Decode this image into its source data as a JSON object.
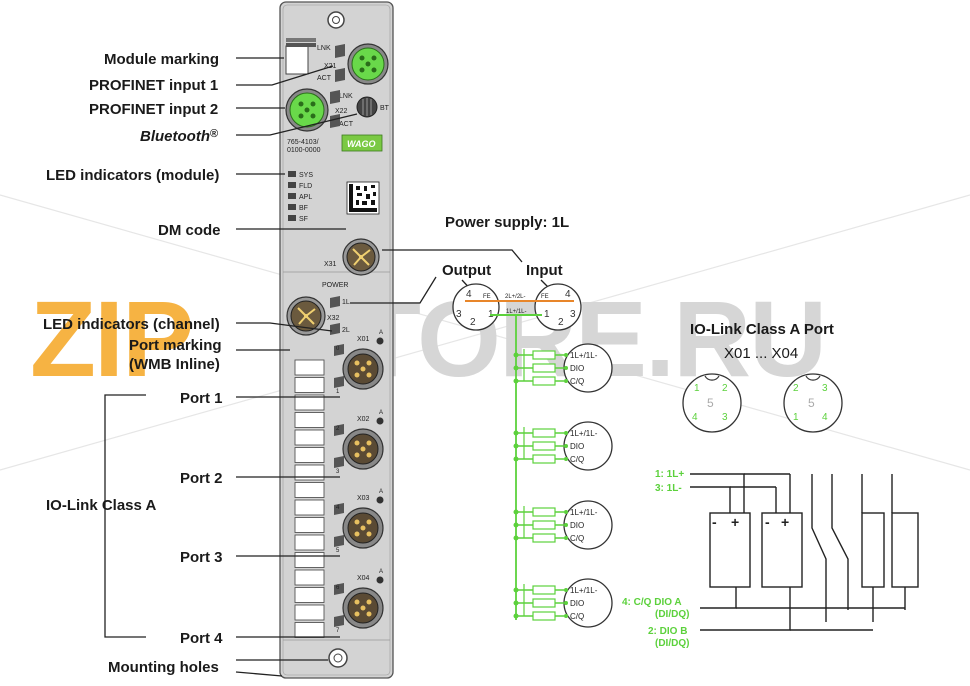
{
  "watermark": {
    "text_a": "ZIP",
    "text_b": "STORE.RU",
    "color_a": "#f5a623",
    "color_b": "#c8c8c8"
  },
  "labels": {
    "module_marking": "Module marking",
    "profinet_in1": "PROFINET input 1",
    "profinet_in2": "PROFINET input 2",
    "bluetooth": "Bluetooth",
    "bluetooth_reg": "®",
    "led_module": "LED indicators (module)",
    "dm_code": "DM code",
    "led_channel": "LED indicators (channel)",
    "port_marking_1": "Port marking",
    "port_marking_2": "(WMB Inline)",
    "port1": "Port 1",
    "port2": "Port 2",
    "port3": "Port 3",
    "port4": "Port 4",
    "iolink_class": "IO-Link Class A",
    "mounting_holes": "Mounting holes",
    "power_supply": "Power supply: 1L",
    "output": "Output",
    "input": "Input",
    "iolink_port_title": "IO-Link Class A Port",
    "iolink_port_sub": "X01 ... X04"
  },
  "device": {
    "lnk": "LNK",
    "act": "ACT",
    "x21": "X21",
    "x22": "X22",
    "bt": "BT",
    "part_no_1": "765-4103/",
    "part_no_2": "0100-0000",
    "brand": "WAGO",
    "leds": [
      "SYS",
      "FLD",
      "APL",
      "BF",
      "SF"
    ],
    "x31": "X31",
    "power": "POWER",
    "x32": "X32",
    "l1": "1L",
    "l2": "2L",
    "ports": [
      {
        "name": "X01",
        "a": "A",
        "pin_top": "0",
        "pin_bot": "1"
      },
      {
        "name": "X02",
        "a": "A",
        "pin_top": "2",
        "pin_bot": "3"
      },
      {
        "name": "X03",
        "a": "A",
        "pin_top": "4",
        "pin_bot": "5"
      },
      {
        "name": "X04",
        "a": "A",
        "pin_top": "6",
        "pin_bot": "7"
      }
    ]
  },
  "power_connector": {
    "out": {
      "p4": "4",
      "p3": "3",
      "p2": "2",
      "p1": "1",
      "fe": "FE"
    },
    "in": {
      "p4": "4",
      "p3": "3",
      "p2": "2",
      "p1": "1",
      "fe": "FE"
    },
    "bus_top": "2L+/2L-",
    "bus_bot": "1L+/1L-"
  },
  "port_signals": [
    "1L+/1L-",
    "DIO",
    "C/Q"
  ],
  "iolink_pinout": {
    "left": {
      "p1": "1",
      "p2": "2",
      "p4": "4",
      "p3": "3",
      "p5": "5"
    },
    "right": {
      "p2": "2",
      "p3": "3",
      "p1": "1",
      "p4": "4",
      "p5": "5"
    }
  },
  "wiring_legend": {
    "l1p": "1: 1L+",
    "l3m": "3: 1L-",
    "cq_1": "4: C/Q DIO A",
    "cq_2": "(DI/DQ)",
    "dio_1": "2: DIO B",
    "dio_2": "(DI/DQ)",
    "minus": "-",
    "plus": "+"
  },
  "colors": {
    "green": "#5cd13c",
    "orange": "#e8862a",
    "housing": "#d4d4d4",
    "port_green": "#69d94a"
  }
}
